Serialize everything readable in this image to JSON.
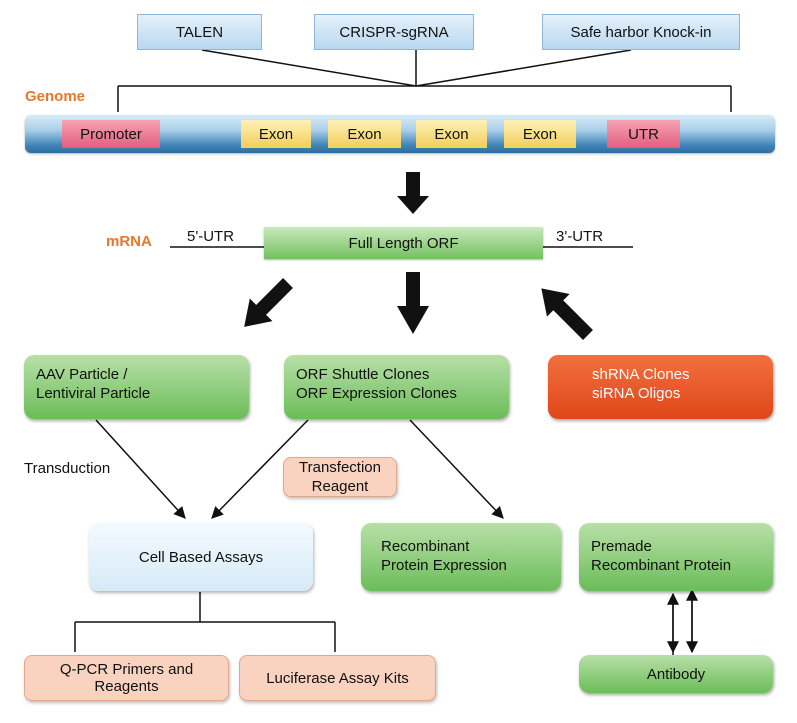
{
  "top_tools": [
    "TALEN",
    "CRISPR-sgRNA",
    "Safe harbor Knock-in"
  ],
  "genome_label": "Genome",
  "genome_segments": [
    "Promoter",
    "Exon",
    "Exon",
    "Exon",
    "Exon",
    "UTR"
  ],
  "mrna_label": "mRNA",
  "utr5": "5'-UTR",
  "utr3": "3'-UTR",
  "orf": "Full Length ORF",
  "aav": [
    "AAV Particle /",
    "Lentiviral Particle"
  ],
  "orf_clones": [
    "ORF Shuttle Clones",
    "ORF Expression Clones"
  ],
  "shrna": [
    "shRNA Clones",
    "siRNA Oligos"
  ],
  "transduction": "Transduction",
  "transfection": [
    "Transfection",
    "Reagent"
  ],
  "cell_assays": "Cell Based Assays",
  "recombinant": [
    "Recombinant",
    "Protein Expression"
  ],
  "premade": [
    "Premade",
    "Recombinant Protein"
  ],
  "qpcr": [
    "Q-PCR Primers and",
    "Reagents"
  ],
  "luciferase": "Luciferase Assay Kits",
  "antibody": "Antibody",
  "colors": {
    "accent_label": "#e6782c",
    "green": "#6bbd58",
    "orange": "#e0461a",
    "peach": "#f9d3bf",
    "blue": "#3f84b7"
  }
}
